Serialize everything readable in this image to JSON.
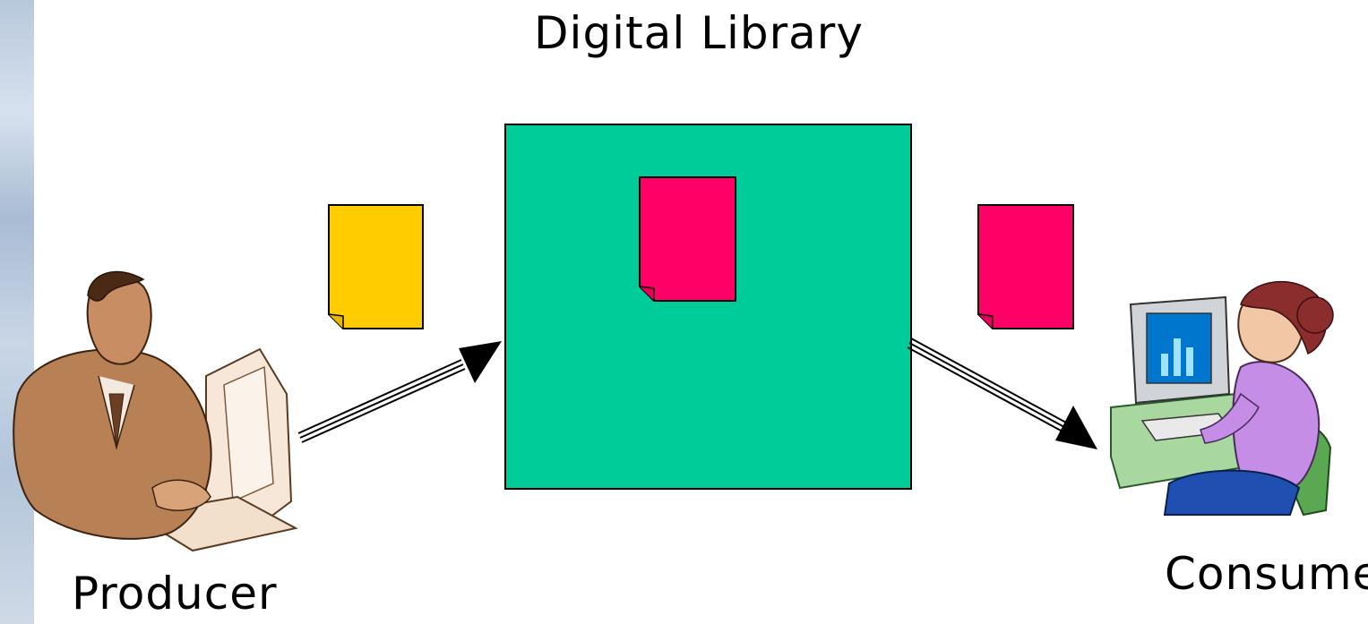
{
  "diagram": {
    "title": "Digital Library",
    "producer_label": "Producer",
    "consumer_label": "Consumer"
  },
  "colors": {
    "library_box": "#00cc99",
    "incoming_document": "#ffcc00",
    "library_document": "#ff0066",
    "outgoing_document": "#ff0066"
  },
  "icons": {
    "producer": "man-at-computer-icon",
    "consumer": "woman-at-computer-icon"
  }
}
